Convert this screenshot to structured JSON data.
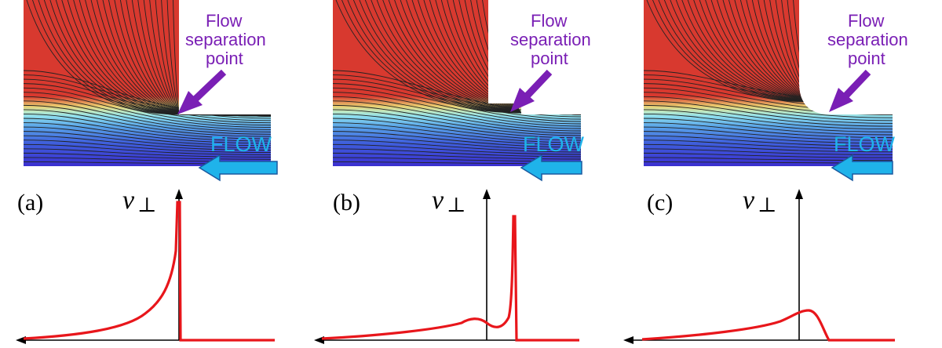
{
  "annotation": {
    "separation_lines": [
      "Flow",
      "separation",
      "point"
    ],
    "flow_label": "FLOW",
    "colors": {
      "annotation": "#7a1fb5",
      "flow_arrow": "#1fb3ea",
      "curve": "#e8161b",
      "fluid_top": "#d8392f",
      "fluid_bottom": "#3b2fd0"
    }
  },
  "axis_label": {
    "symbol": "v",
    "subscript": "⊥"
  },
  "panels": [
    {
      "letter": "(a)",
      "variant": "sharp-corner"
    },
    {
      "letter": "(b)",
      "variant": "step-corner"
    },
    {
      "letter": "(c)",
      "variant": "rounded-corner"
    }
  ]
}
